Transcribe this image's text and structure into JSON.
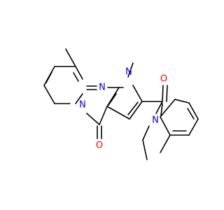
{
  "colors": {
    "bond": "#000000",
    "nitrogen": "#0000FF",
    "oxygen": "#FF0000",
    "background": "#FFFFFF"
  },
  "atoms": {
    "n_pyrrole": "N",
    "n_ring": "N",
    "n_bridge": "N",
    "n_amide": "N",
    "o_amide": "O",
    "o_keto": "O"
  }
}
